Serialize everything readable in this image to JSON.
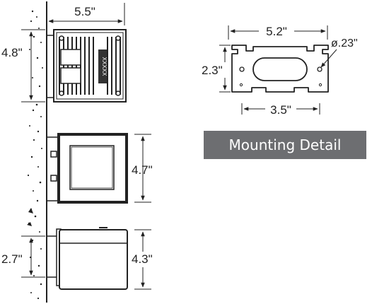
{
  "dimensions": {
    "top_width": "5.5\"",
    "top_height": "4.8\"",
    "front_height": "4.7\"",
    "side_height": "4.3\"",
    "side_offset": "2.7\"",
    "plate_width": "5.2\"",
    "plate_height": "2.3\"",
    "hole_diameter": "ø.23\"",
    "hole_spacing": "3.5\""
  },
  "labels": {
    "mounting_detail": "Mounting Detail",
    "fixture_brand_text": "XXXXX"
  },
  "colors": {
    "line": "#222222",
    "badge_bg": "#6d6e71",
    "badge_text": "#ffffff"
  }
}
